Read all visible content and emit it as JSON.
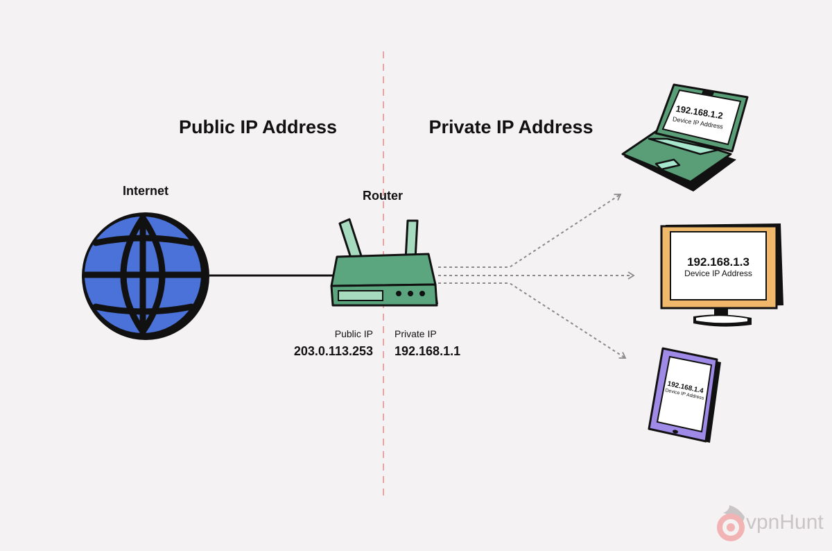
{
  "headings": {
    "public": "Public IP Address",
    "private": "Private IP Address"
  },
  "internet": {
    "label": "Internet",
    "icon": "globe-icon"
  },
  "router": {
    "label": "Router",
    "icon": "router-icon",
    "public_ip_label": "Public IP",
    "public_ip": "203.0.113.253",
    "private_ip_label": "Private IP",
    "private_ip": "192.168.1.1"
  },
  "devices": {
    "laptop": {
      "ip": "192.168.1.2",
      "caption": "Device IP Address",
      "icon": "laptop-icon"
    },
    "monitor": {
      "ip": "192.168.1.3",
      "caption": "Device IP Address",
      "icon": "monitor-icon"
    },
    "tablet": {
      "ip": "192.168.1.4",
      "caption": "Device IP Address",
      "icon": "tablet-icon"
    }
  },
  "brand": {
    "name": "vpnHunt",
    "icon": "vpnhunt-logo-icon"
  },
  "colors": {
    "background": "#f5f2f3",
    "divider": "#e8a4a4",
    "globe": "#4a72d8",
    "router": "#5ba57f",
    "laptop": "#5a9e78",
    "laptop_screen": "#a6e6cc",
    "monitor": "#f0b86b",
    "tablet": "#9f8ae8",
    "arrow": "#8a8a8a"
  }
}
